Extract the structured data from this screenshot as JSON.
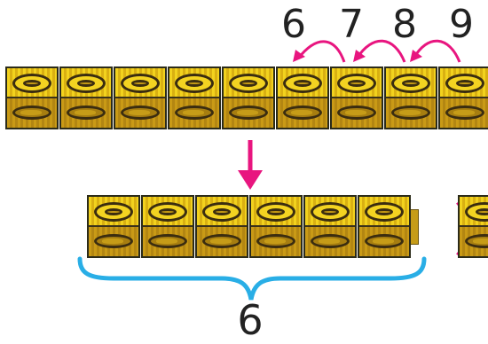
{
  "counting_labels": [
    "6",
    "7",
    "8",
    "9"
  ],
  "group_count": "6",
  "top_row": {
    "cube_count": 9
  },
  "bottom_group": {
    "cube_count": 6
  },
  "colors": {
    "arrow": "#e8157f",
    "brace": "#29aee6",
    "cube": "#e9c21a",
    "text": "#222222"
  },
  "icons": {
    "hop_arrow": "curved-arrow-left",
    "down_arrow": "arrow-down",
    "cross": "x-mark",
    "brace": "curly-brace"
  }
}
